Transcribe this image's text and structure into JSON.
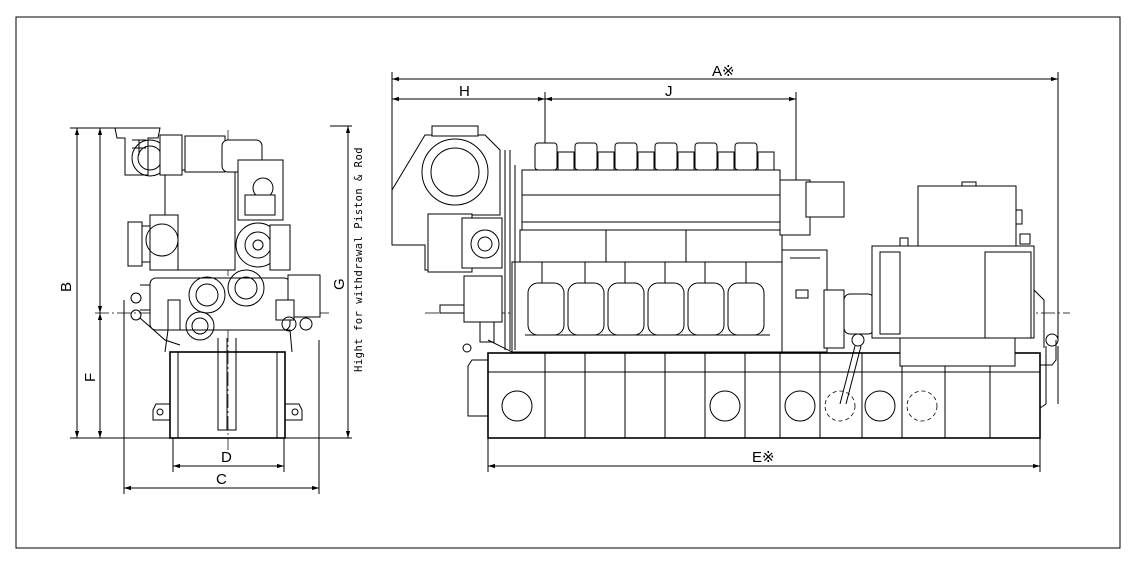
{
  "dimensions": {
    "A": "A※",
    "B": "B",
    "C": "C",
    "D": "D",
    "E": "E※",
    "F": "F",
    "G": "G",
    "H": "H",
    "J": "J"
  },
  "note_vertical": "Hight for withdrawal Piston & Rod"
}
